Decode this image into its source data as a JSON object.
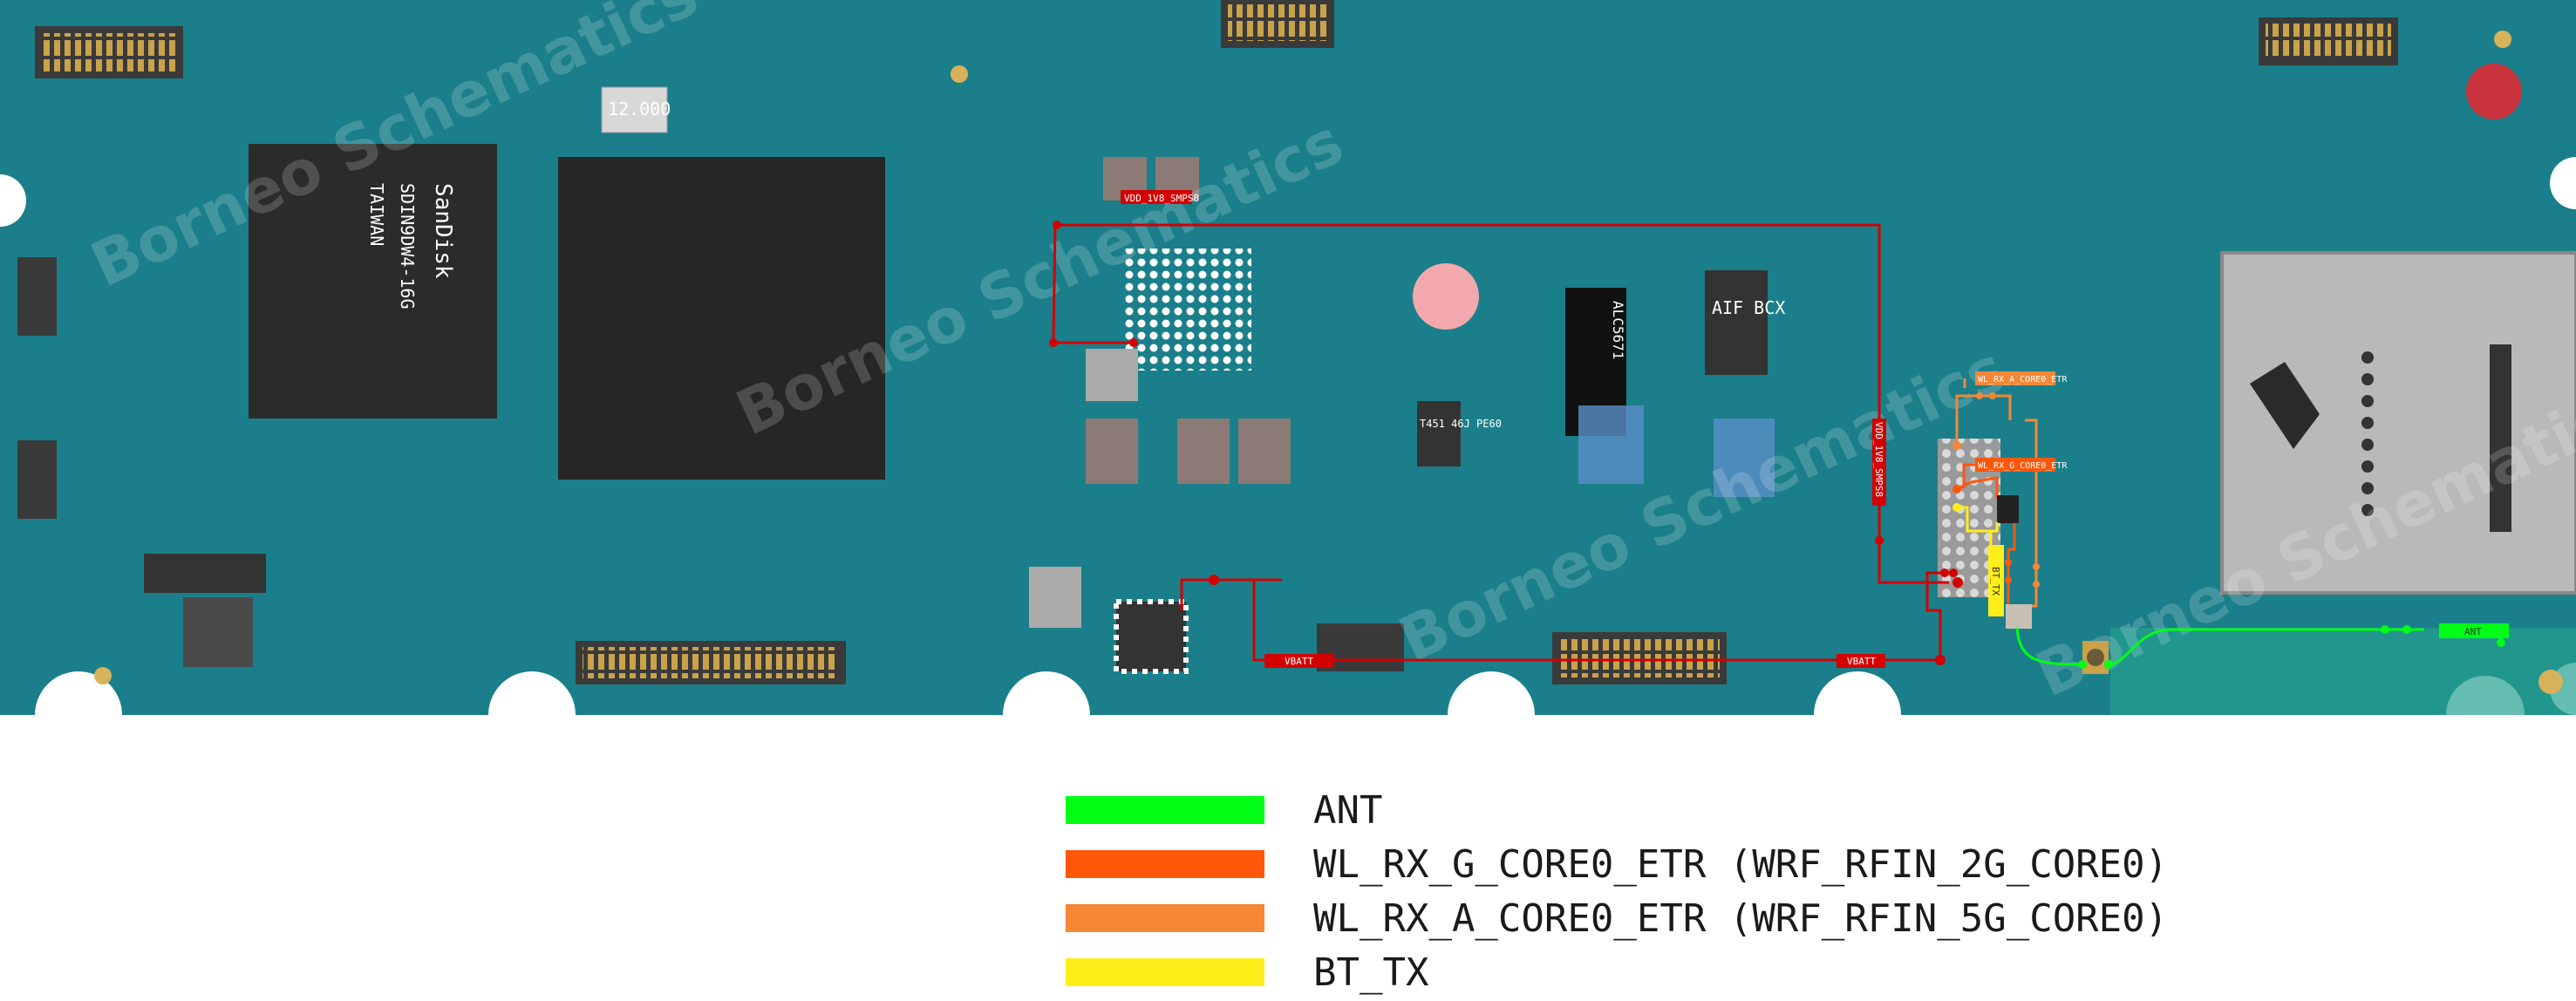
{
  "board": {
    "chip_labels": {
      "flash_brand": "SanDisk",
      "flash_part": "SDIN9DW4-16G",
      "flash_origin": "TAIWAN",
      "crystal": "12.000",
      "codec": "ALC5671",
      "pmic_mark": "AIF BCX",
      "ic_mark": "T451 46J PE60"
    },
    "watermark": "Borneo Schematics",
    "net_tags": {
      "vdd_h": "VDD_1V8_SMPS8",
      "vdd_v": "VDD_1V8_SMPS8",
      "vbatt_1": "VBATT",
      "vbatt_2": "VBATT",
      "wl_rx_a": "WL_RX_A_CORE0_ETR",
      "wl_rx_g": "WL_RX_G_CORE0_ETR",
      "bt_tx": "BT_TX",
      "ant": "ANT"
    }
  },
  "colors": {
    "board": "#1a7f8a",
    "ant": "#00ff14",
    "wl_rx_g": "#ff570a",
    "wl_rx_a": "#f58735",
    "bt_tx": "#ffee1a",
    "power": "#d40000"
  },
  "legend": [
    {
      "label": "ANT",
      "color": "#00ff14"
    },
    {
      "label": "WL_RX_G_CORE0_ETR (WRF_RFIN_2G_CORE0)",
      "color": "#ff570a"
    },
    {
      "label": "WL_RX_A_CORE0_ETR (WRF_RFIN_5G_CORE0)",
      "color": "#f58735"
    },
    {
      "label": "BT_TX",
      "color": "#ffee1a"
    }
  ]
}
